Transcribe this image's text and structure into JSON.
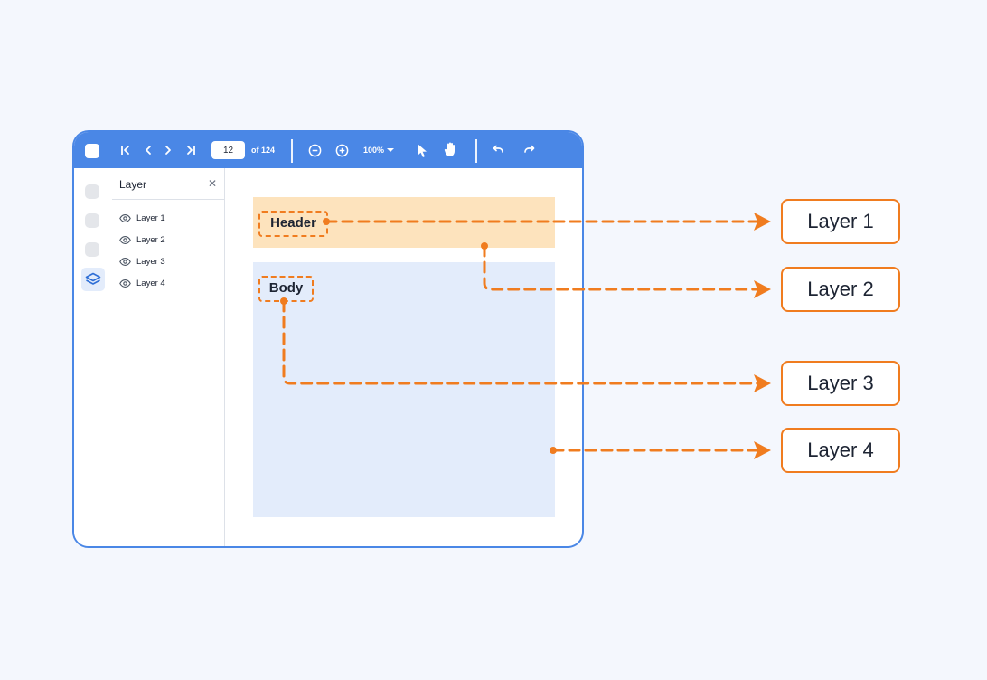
{
  "toolbar": {
    "page_current": "12",
    "page_of": "of 124",
    "zoom": "100%",
    "icons": [
      "first-page-icon",
      "prev-page-icon",
      "next-page-icon",
      "last-page-icon",
      "zoom-out-icon",
      "zoom-in-icon",
      "caret-down-icon",
      "pointer-icon",
      "hand-icon",
      "undo-icon",
      "redo-icon"
    ]
  },
  "panel": {
    "title": "Layer",
    "layers": [
      {
        "label": "Layer 1"
      },
      {
        "label": "Layer 2"
      },
      {
        "label": "Layer 3"
      },
      {
        "label": "Layer 4"
      }
    ]
  },
  "canvas": {
    "header_tag": "Header",
    "body_tag": "Body"
  },
  "callouts": [
    "Layer 1",
    "Layer 2",
    "Layer 3",
    "Layer 4"
  ],
  "colors": {
    "accent": "#4a87e6",
    "highlight": "#f07c1f",
    "header_fill": "#fde3bd",
    "body_fill": "#e3ecfb",
    "background": "#f4f7fd"
  }
}
